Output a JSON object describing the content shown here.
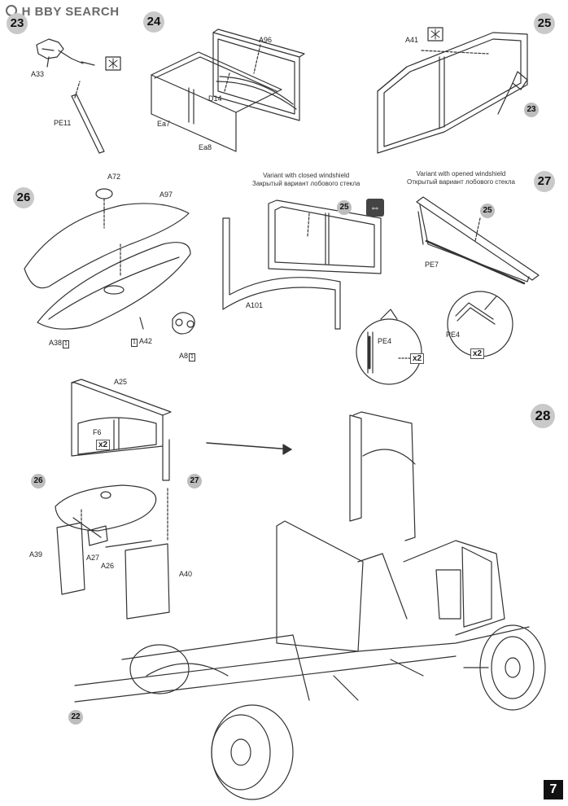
{
  "watermark": {
    "text": "H   BBY SEARCH"
  },
  "page_number": "7",
  "steps": {
    "s23": "23",
    "s24": "24",
    "s25": "25",
    "s26": "26",
    "s27": "27",
    "s28": "28"
  },
  "refs": {
    "r23": "23",
    "r25a": "25",
    "r25b": "25",
    "r26": "26",
    "r27": "27",
    "r22": "22"
  },
  "variants": {
    "closed_en": "Variant with closed windshield",
    "closed_ru": "Закрытый вариант лобового стекла",
    "opened_en": "Variant with opened windshield",
    "opened_ru": "Открытый вариант лобового стекла"
  },
  "parts": {
    "a33": "A33",
    "pe11": "PE11",
    "a96": "A96",
    "d14": "D14",
    "ea7": "Ea7",
    "ea8": "Ea8",
    "a41": "A41",
    "a72": "A72",
    "a97": "A97",
    "a38": "A38",
    "a42": "A42",
    "a8": "A8",
    "a101": "A101",
    "pe4a": "PE4",
    "pe7": "PE7",
    "pe4b": "PE4",
    "a25": "A25",
    "f6": "F6",
    "a39": "A39",
    "a27": "A27",
    "a26": "A26",
    "a40": "A40"
  },
  "qty": {
    "q1": "x2",
    "q2": "x2",
    "q3": "x2"
  },
  "boxed": {
    "b1": "1",
    "b2": "1",
    "b3": "1"
  },
  "icons": [
    "cement-glue-icon",
    "cement-glue-icon",
    "view-arrow-icon",
    "arrow-right-icon"
  ]
}
